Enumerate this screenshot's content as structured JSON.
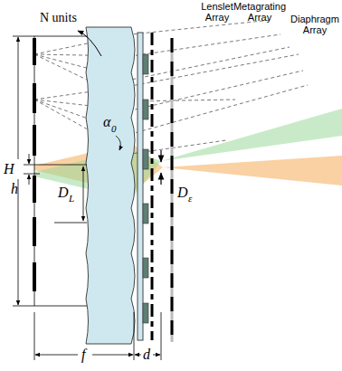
{
  "diagram": {
    "labels": [
      "N units",
      "Lenslet Array",
      "Metagrating Array",
      "Diaphragm Array",
      "H",
      "h",
      "D",
      "L",
      "α",
      "0",
      "D",
      "ε",
      "f",
      "d"
    ]
  }
}
